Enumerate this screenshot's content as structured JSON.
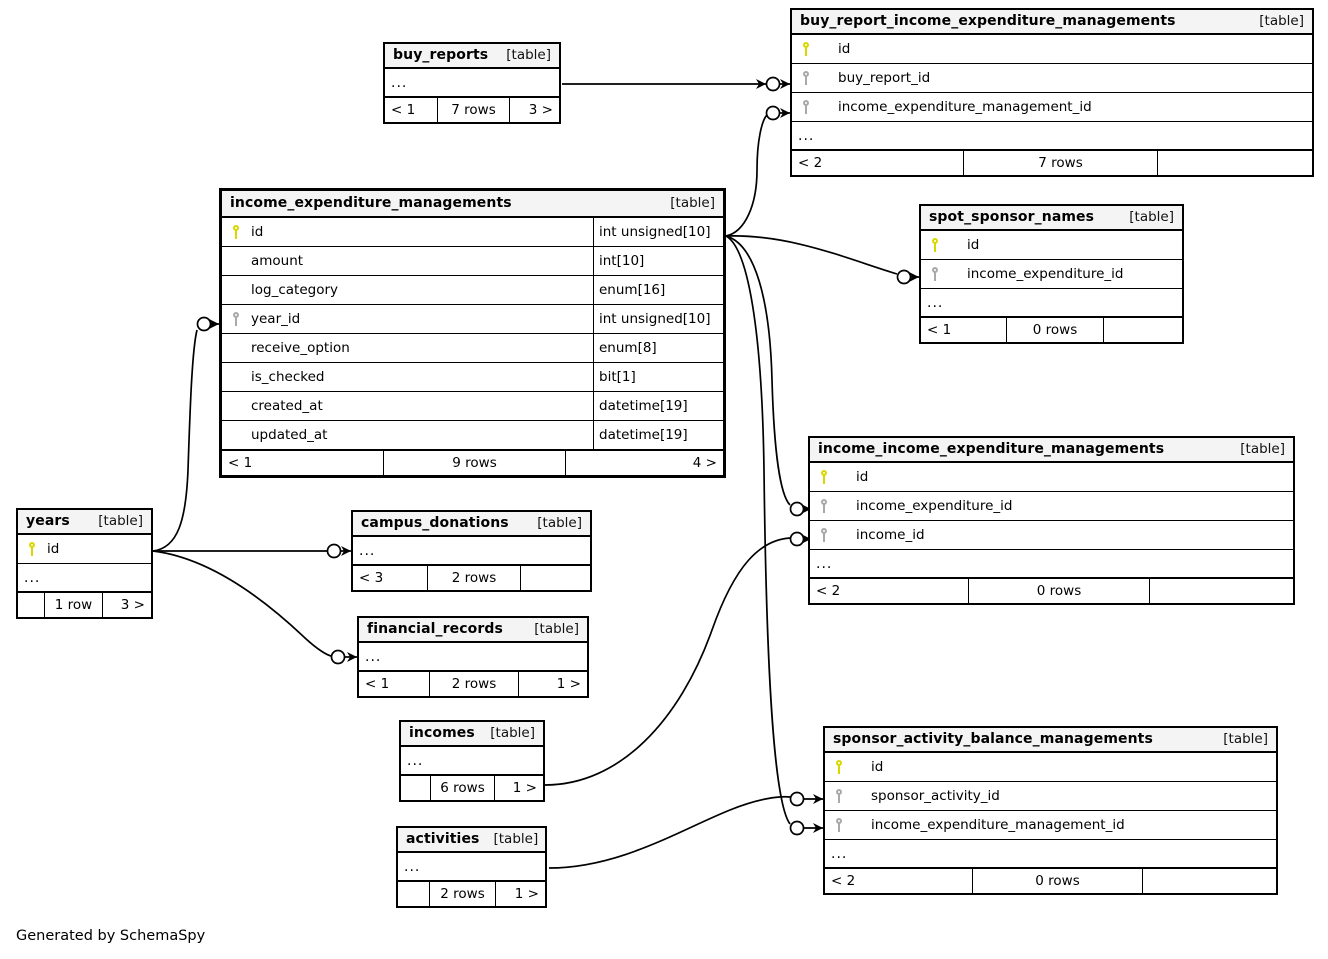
{
  "meta": {
    "credit": "Generated by SchemaSpy",
    "table_tag": "[table]",
    "ellipsis": "...",
    "accent_pk": "#d8d800",
    "accent_fk": "#a9a9a9",
    "title_bg": "#f4f4f4",
    "line_color": "#000000"
  },
  "tables": [
    {
      "id": "buy_reports",
      "name": "buy_reports",
      "tag": "[table]",
      "columns": [],
      "has_ellipsis": true,
      "footer": [
        "< 1",
        "7 rows",
        "3 >"
      ]
    },
    {
      "id": "buy_report_income_expenditure_managements",
      "name": "buy_report_income_expenditure_managements",
      "tag": "[table]",
      "columns": [
        {
          "key": "pk",
          "name": "id",
          "type": ""
        },
        {
          "key": "fk",
          "name": "buy_report_id",
          "type": ""
        },
        {
          "key": "fk",
          "name": "income_expenditure_management_id",
          "type": ""
        }
      ],
      "has_ellipsis": true,
      "footer": [
        "< 2",
        "7 rows",
        ""
      ]
    },
    {
      "id": "income_expenditure_managements",
      "name": "income_expenditure_managements",
      "tag": "[table]",
      "focal": true,
      "columns": [
        {
          "key": "pk",
          "name": "id",
          "type": "int unsigned[10]"
        },
        {
          "key": "none",
          "name": "amount",
          "type": "int[10]"
        },
        {
          "key": "none",
          "name": "log_category",
          "type": "enum[16]"
        },
        {
          "key": "fk",
          "name": "year_id",
          "type": "int unsigned[10]"
        },
        {
          "key": "none",
          "name": "receive_option",
          "type": "enum[8]"
        },
        {
          "key": "none",
          "name": "is_checked",
          "type": "bit[1]"
        },
        {
          "key": "none",
          "name": "created_at",
          "type": "datetime[19]"
        },
        {
          "key": "none",
          "name": "updated_at",
          "type": "datetime[19]"
        }
      ],
      "has_ellipsis": false,
      "footer": [
        "< 1",
        "9 rows",
        "4 >"
      ]
    },
    {
      "id": "spot_sponsor_names",
      "name": "spot_sponsor_names",
      "tag": "[table]",
      "columns": [
        {
          "key": "pk",
          "name": "id",
          "type": ""
        },
        {
          "key": "fk",
          "name": "income_expenditure_id",
          "type": ""
        }
      ],
      "has_ellipsis": true,
      "footer": [
        "< 1",
        "0 rows",
        ""
      ]
    },
    {
      "id": "income_income_expenditure_managements",
      "name": "income_income_expenditure_managements",
      "tag": "[table]",
      "columns": [
        {
          "key": "pk",
          "name": "id",
          "type": ""
        },
        {
          "key": "fk",
          "name": "income_expenditure_id",
          "type": ""
        },
        {
          "key": "fk",
          "name": "income_id",
          "type": ""
        }
      ],
      "has_ellipsis": true,
      "footer": [
        "< 2",
        "0 rows",
        ""
      ]
    },
    {
      "id": "years",
      "name": "years",
      "tag": "[table]",
      "columns": [
        {
          "key": "pk",
          "name": "id",
          "type": ""
        }
      ],
      "has_ellipsis": true,
      "footer": [
        "",
        "1 row",
        "3 >"
      ]
    },
    {
      "id": "campus_donations",
      "name": "campus_donations",
      "tag": "[table]",
      "columns": [],
      "has_ellipsis": true,
      "footer": [
        "< 3",
        "2 rows",
        ""
      ]
    },
    {
      "id": "financial_records",
      "name": "financial_records",
      "tag": "[table]",
      "columns": [],
      "has_ellipsis": true,
      "footer": [
        "< 1",
        "2 rows",
        "1 >"
      ]
    },
    {
      "id": "incomes",
      "name": "incomes",
      "tag": "[table]",
      "columns": [],
      "has_ellipsis": true,
      "footer": [
        "",
        "6 rows",
        "1 >"
      ]
    },
    {
      "id": "activities",
      "name": "activities",
      "tag": "[table]",
      "columns": [],
      "has_ellipsis": true,
      "footer": [
        "",
        "2 rows",
        "1 >"
      ]
    },
    {
      "id": "sponsor_activity_balance_managements",
      "name": "sponsor_activity_balance_managements",
      "tag": "[table]",
      "columns": [
        {
          "key": "pk",
          "name": "id",
          "type": ""
        },
        {
          "key": "fk",
          "name": "sponsor_activity_id",
          "type": ""
        },
        {
          "key": "fk",
          "name": "income_expenditure_management_id",
          "type": ""
        }
      ],
      "has_ellipsis": true,
      "footer": [
        "< 2",
        "0 rows",
        ""
      ]
    }
  ],
  "relationships": [
    {
      "from": "buy_reports",
      "to": "buy_report_income_expenditure_managements.buy_report_id"
    },
    {
      "from": "income_expenditure_managements.id",
      "to": "buy_report_income_expenditure_managements.income_expenditure_management_id"
    },
    {
      "from": "income_expenditure_managements.id",
      "to": "spot_sponsor_names.income_expenditure_id"
    },
    {
      "from": "income_expenditure_managements.id",
      "to": "income_income_expenditure_managements.income_expenditure_id"
    },
    {
      "from": "income_expenditure_managements.id",
      "to": "sponsor_activity_balance_managements.income_expenditure_management_id"
    },
    {
      "from": "years.id",
      "to": "income_expenditure_managements.year_id"
    },
    {
      "from": "years.id",
      "to": "campus_donations"
    },
    {
      "from": "years.id",
      "to": "financial_records"
    },
    {
      "from": "incomes",
      "to": "income_income_expenditure_managements.income_id"
    },
    {
      "from": "activities",
      "to": "sponsor_activity_balance_managements.sponsor_activity_id"
    }
  ]
}
